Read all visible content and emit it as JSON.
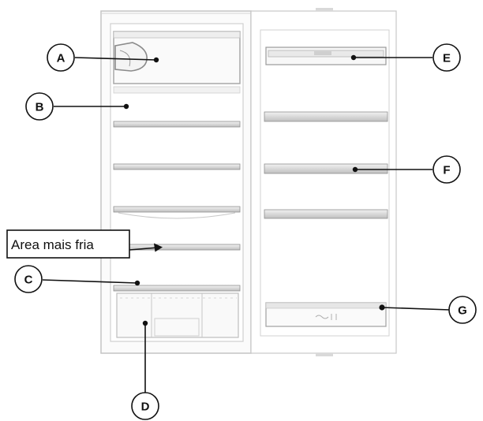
{
  "labels": {
    "A": "A",
    "B": "B",
    "C": "C",
    "D": "D",
    "E": "E",
    "F": "F",
    "G": "G"
  },
  "note": "Area mais fria"
}
